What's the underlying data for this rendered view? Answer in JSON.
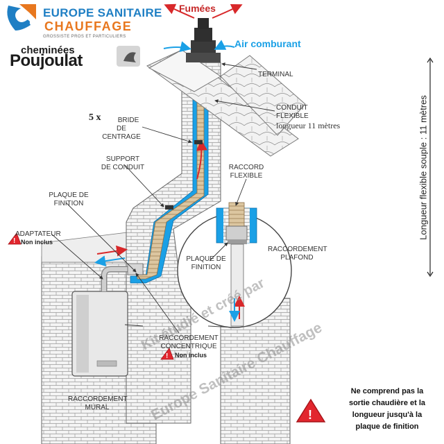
{
  "brand": {
    "line1": "EUROPE SANITAIRE",
    "line2": "CHAUFFAGE",
    "tagline": "GROSSISTE PROS ET PARTICULIERS",
    "color_blue": "#1f7fc4",
    "color_orange": "#e8771e"
  },
  "partner": {
    "line1": "cheminées",
    "line2": "Poujoulat"
  },
  "labels": {
    "fumees": "Fumées",
    "air": "Air comburant",
    "terminal": "TERMINAL",
    "conduit_line1": "CONDUIT",
    "conduit_line2": "FLEXIBLE",
    "conduit_length": "longueur 11 mètres",
    "bride_count": "5 x",
    "bride_line1": "BRIDE",
    "bride_line2": "DE CENTRAGE",
    "support_line1": "SUPPORT",
    "support_line2": "DE CONDUIT",
    "raccord_line1": "RACCORD",
    "raccord_line2": "FLEXIBLE",
    "plaque_line1": "PLAQUE DE",
    "plaque_line2": "FINITION",
    "plaque2_line1": "PLAQUE DE",
    "plaque2_line2": "FINITION",
    "plafond_line1": "RACCORDEMENT",
    "plafond_line2": "PLAFOND",
    "adaptateur": "ADAPTATEUR",
    "non_inclus_1": "Non inclus",
    "concentrique_line1": "RACCORDEMENT",
    "concentrique_line2": "CONCENTRIQUE",
    "non_inclus_2": "Non inclus",
    "mural_line1": "RACCORDEMENT",
    "mural_line2": "MURAL",
    "vertical": "Longueur flexible souple : 11 mètres",
    "watermark_1": "Kit étudié et créé par",
    "watermark_2": "Europe Sanitaire Chauffage",
    "warning_1": "Ne comprend pas la",
    "warning_2": "sortie chaudière et la",
    "warning_3": "longueur jusqu'à la",
    "warning_4": "plaque de finition"
  },
  "colors": {
    "insulation_blue": "#1aa0e6",
    "flue_beige": "#d9c39c",
    "arrow_red": "#d8282a",
    "warning_red": "#e2262e",
    "air_text": "#1aa0e6",
    "fumees_text": "#c62828"
  }
}
